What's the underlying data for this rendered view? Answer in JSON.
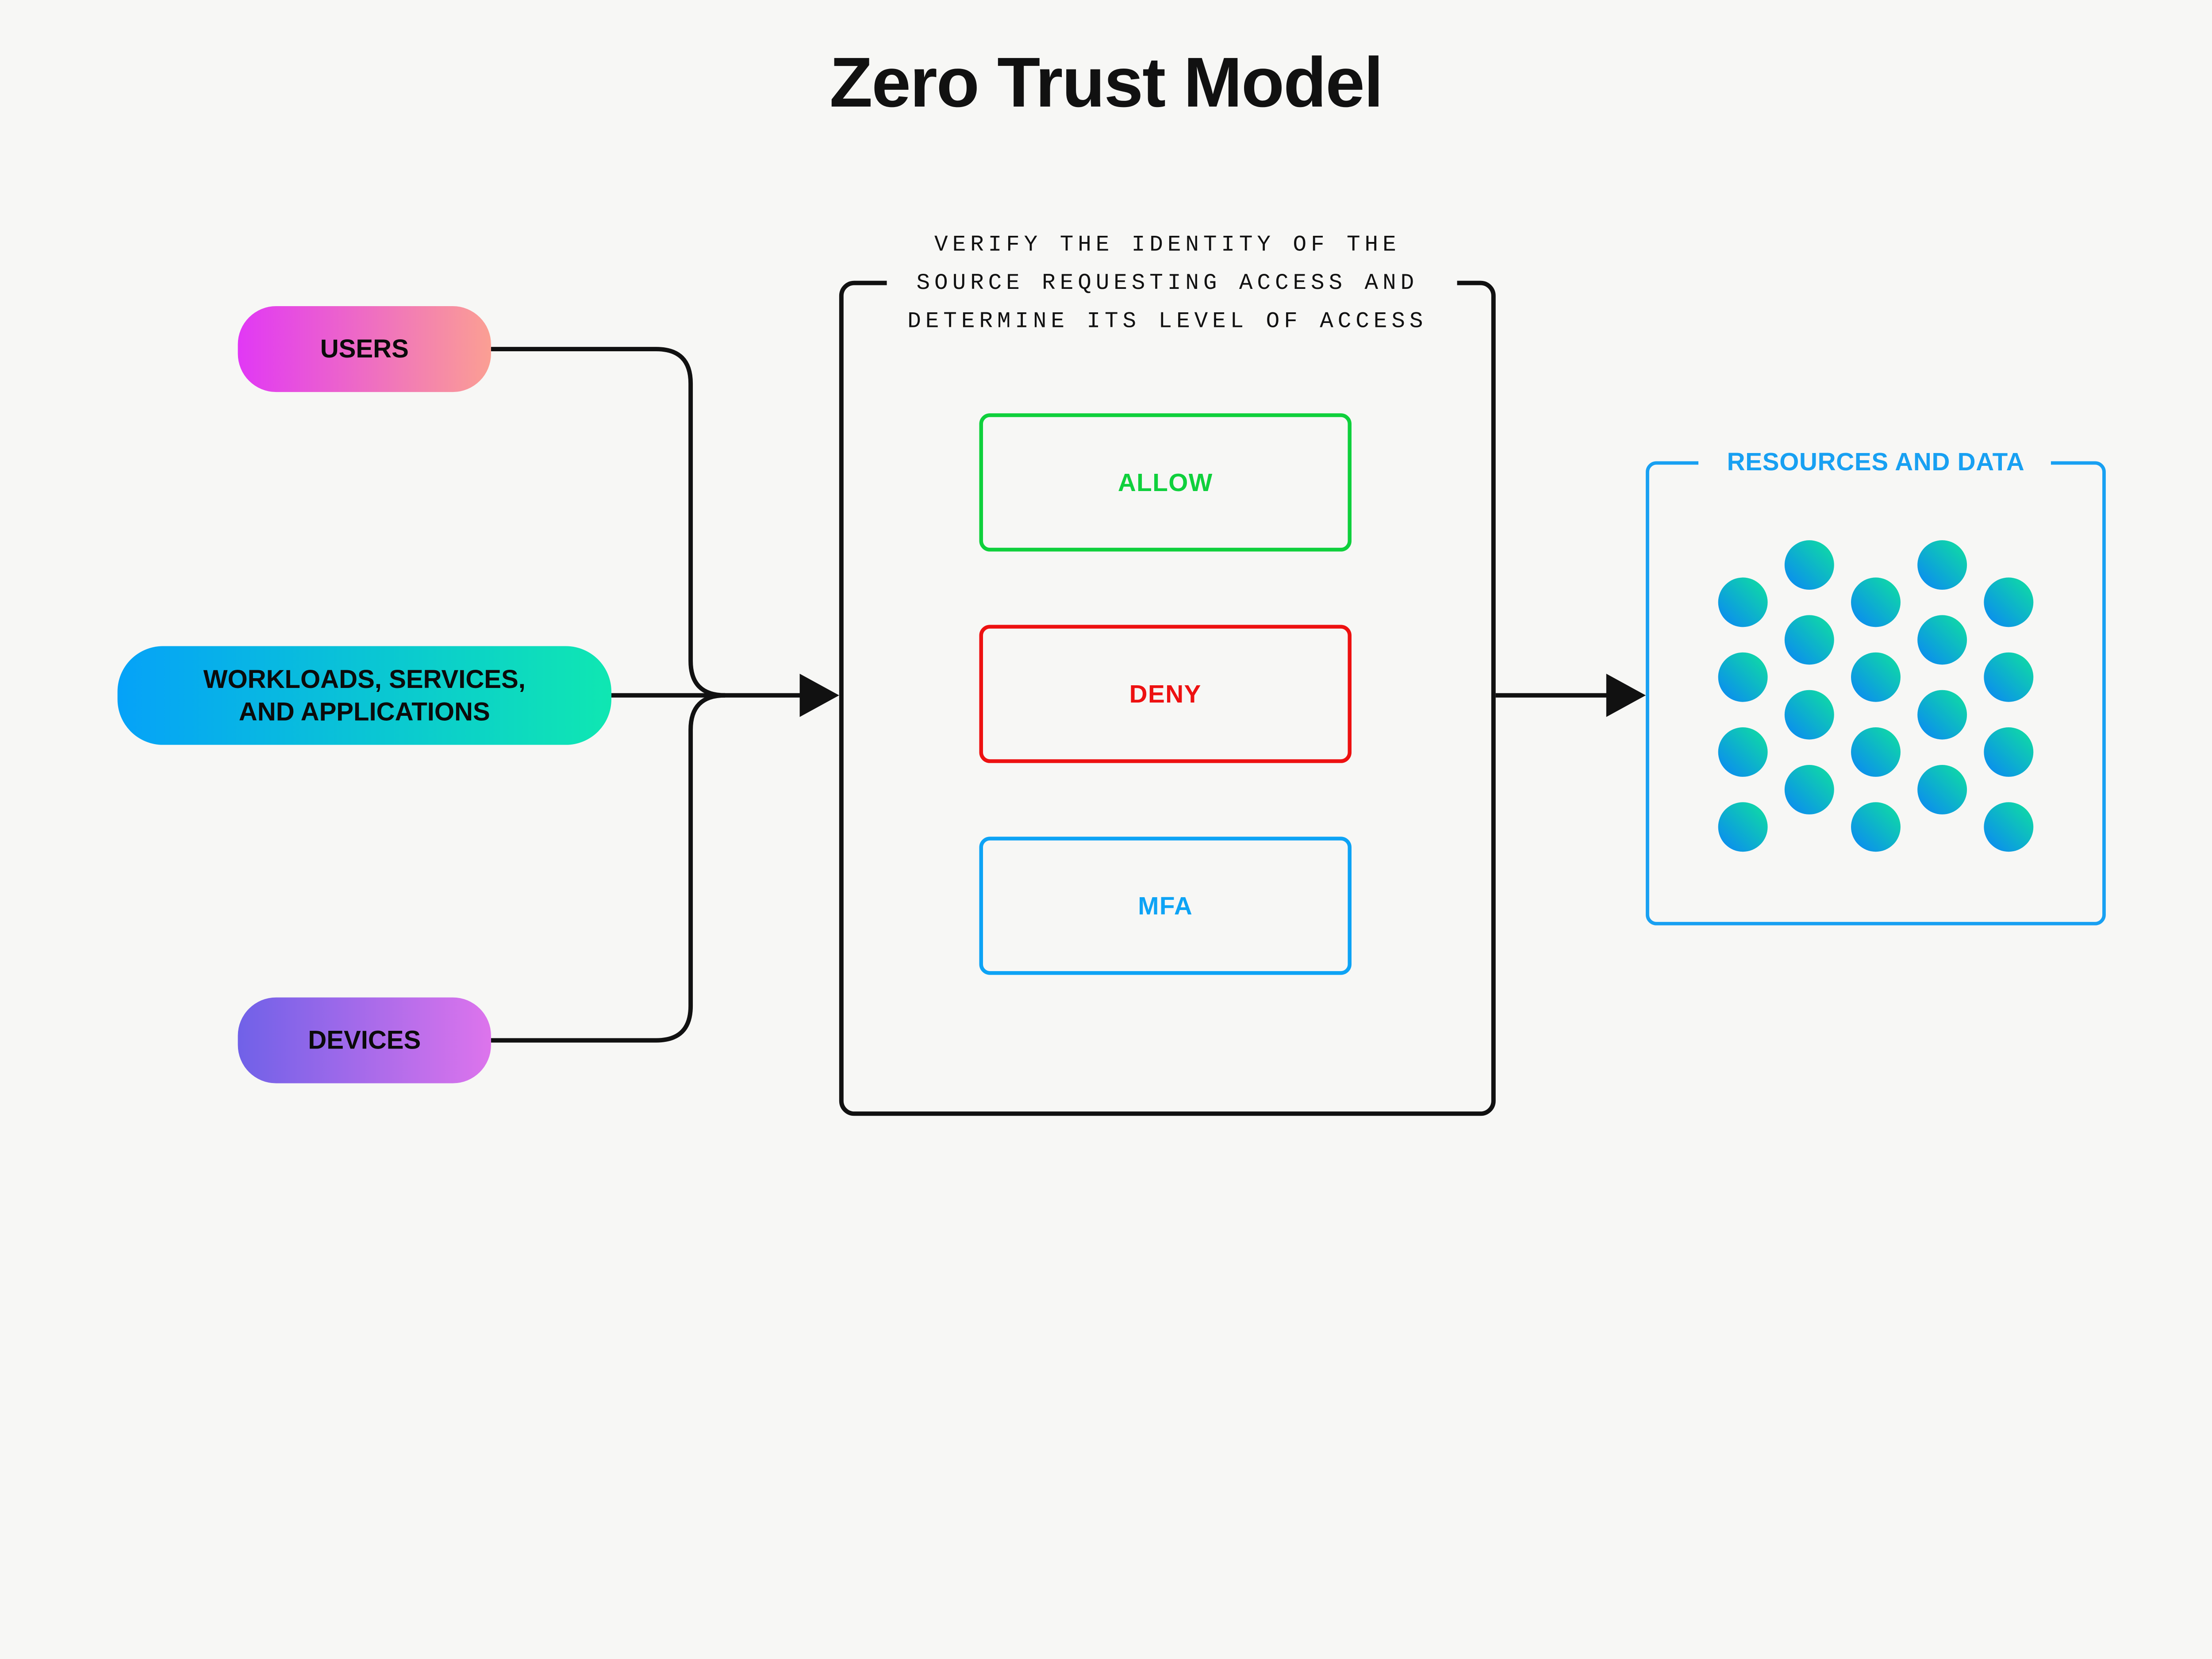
{
  "title": "Zero Trust Model",
  "sources": [
    {
      "label": "USERS"
    },
    {
      "label": "WORKLOADS, SERVICES,\nAND APPLICATIONS"
    },
    {
      "label": "DEVICES"
    }
  ],
  "verification": {
    "caption": "VERIFY THE IDENTITY OF THE\nSOURCE REQUESTING ACCESS AND\nDETERMINE ITS LEVEL OF ACCESS",
    "outcomes": [
      {
        "label": "ALLOW"
      },
      {
        "label": "DENY"
      },
      {
        "label": "MFA"
      }
    ]
  },
  "resources": {
    "label": "RESOURCES AND DATA",
    "dot_count": 20
  },
  "colors": {
    "background": "#f7f7f5",
    "line": "#111111",
    "allow": "#0fd03c",
    "deny": "#ed1111",
    "mfa": "#0da3f5",
    "resources_accent": "#18a0f2",
    "users_gradient_start": "#e138f5",
    "users_gradient_end": "#fb9f93",
    "workloads_gradient_start": "#05a2f8",
    "workloads_gradient_end": "#0fe7b2",
    "devices_gradient_start": "#7061e8",
    "devices_gradient_end": "#dd74ec",
    "dot_gradient_start": "#0a85f7",
    "dot_gradient_end": "#10e19e"
  }
}
